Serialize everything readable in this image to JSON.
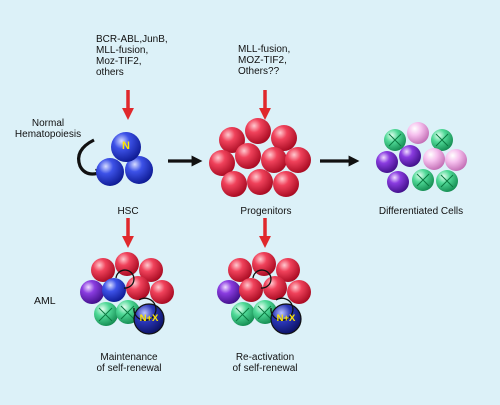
{
  "hsc_factors": "BCR-ABL,JunB,\nMLL-fusion,\nMoz-TIF2,\nothers",
  "progenitor_factors": "MLL-fusion,\nMOZ-TIF2,\nOthers??",
  "normal_hematopoiesis": "Normal\nHematopoiesis",
  "n_label": "N",
  "hsc_label": "HSC",
  "progenitors_label": "Progenitors",
  "differentiated_label": "Differentiated Cells",
  "aml_label": "AML",
  "nx_label_left": "N+X",
  "nx_label_right": "N+X",
  "maintenance_label": "Maintenance\nof self-renewal",
  "reactivation_label": "Re-activation\nof self-renewal",
  "colors": {
    "background": "#dcf1f8",
    "arrow_red": "#e0282c",
    "arrow_black": "#111111",
    "hsc_blue": "#2d3fd6",
    "progenitor_red": "#e31b3a",
    "diff_green": "#3fcf88",
    "diff_purple": "#7a2fd0",
    "diff_pink": "#f2a8e8",
    "nx_yellow": "#ffe800"
  }
}
